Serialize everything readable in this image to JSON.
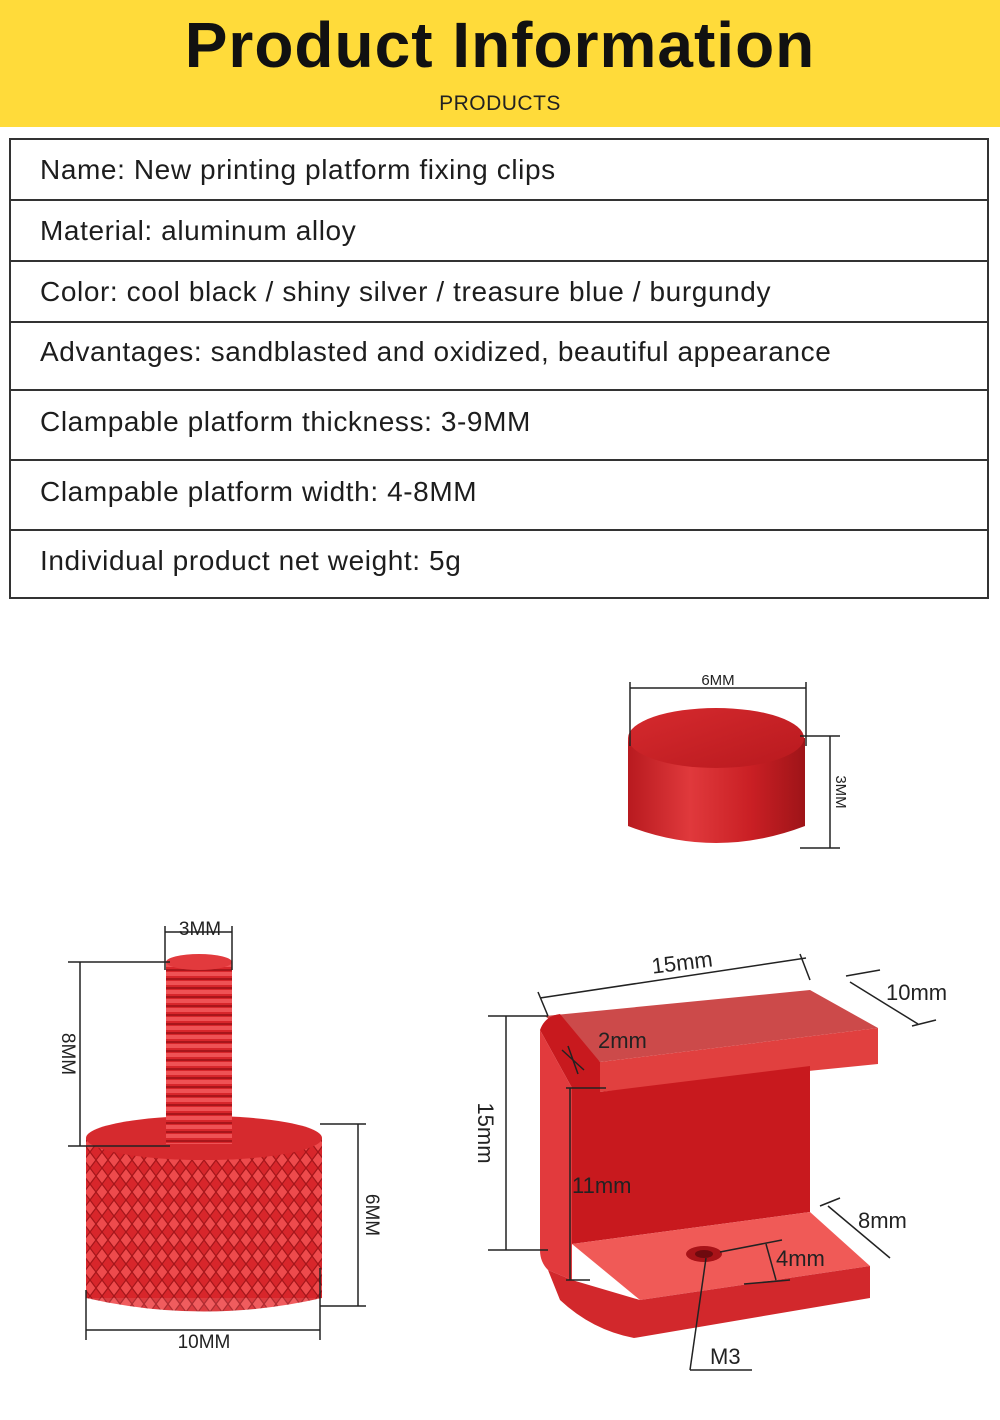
{
  "header": {
    "title": "Product Information",
    "subtitle": "PRODUCTS"
  },
  "specs": [
    {
      "label": "Name: New printing platform fixing clips"
    },
    {
      "label": "Material: aluminum alloy"
    },
    {
      "label": "Color: cool black / shiny silver / treasure blue / burgundy"
    },
    {
      "label": "Advantages: sandblasted and oxidized, beautiful appearance"
    },
    {
      "label": "Clampable platform thickness: 3-9MM"
    },
    {
      "label": "Clampable platform width: 4-8MM"
    },
    {
      "label": "Individual product net weight: 5g"
    }
  ],
  "dimensions": {
    "cap": {
      "width": "6MM",
      "height": "3MM"
    },
    "screw": {
      "thread_width": "3MM",
      "thread_length": "8MM",
      "head_height": "6MM",
      "head_width": "10MM"
    },
    "clip": {
      "top_length": "15mm",
      "depth": "10mm",
      "thickness": "2mm",
      "height": "15mm",
      "inner_height": "11mm",
      "bottom_depth": "8mm",
      "hole_offset": "4mm",
      "screw": "M3"
    }
  },
  "colors": {
    "banner": "#ffdb3a",
    "product_red": "#d8262b",
    "border": "#333333"
  }
}
